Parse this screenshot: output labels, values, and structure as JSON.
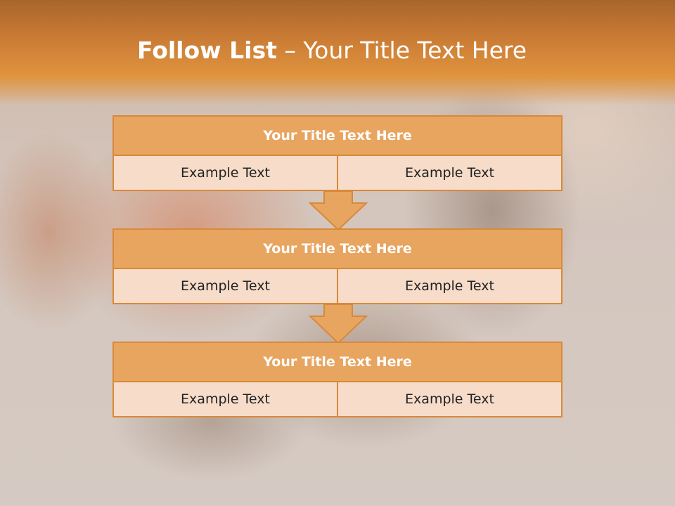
{
  "slide": {
    "title_bold": "Follow List",
    "title_rest": " – Your Title Text Here"
  },
  "blocks": [
    {
      "title": "Your Title Text Here",
      "left": "Example Text",
      "right": "Example Text"
    },
    {
      "title": "Your Title Text Here",
      "left": "Example Text",
      "right": "Example Text"
    },
    {
      "title": "Your Title Text Here",
      "left": "Example Text",
      "right": "Example Text"
    }
  ],
  "colors": {
    "accent": "#e0933d",
    "box_header": "#e8a560",
    "box_body": "#f6dcc9",
    "border": "#d8893a"
  },
  "icons": [
    "down-arrow-icon",
    "down-arrow-icon"
  ]
}
